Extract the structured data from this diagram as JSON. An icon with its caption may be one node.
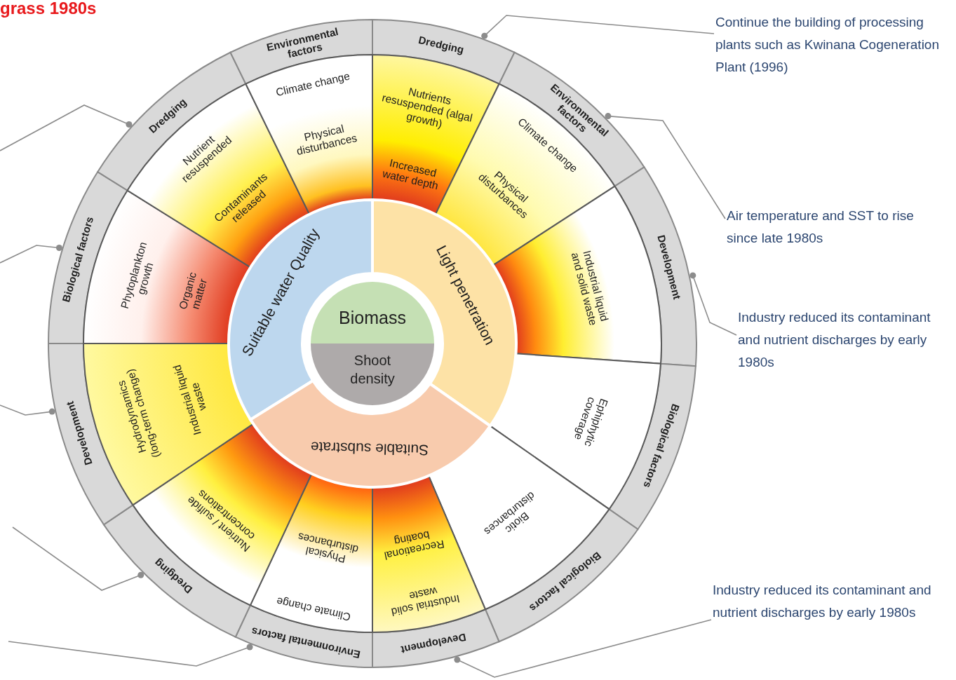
{
  "diagram": {
    "title": "grass 1980s",
    "nodes": [
      {
        "text": [
          "Dredging"
        ]
      },
      {
        "text": [
          "Environmental factors"
        ]
      },
      {
        "text": [
          "Development"
        ]
      },
      {
        "text": [
          "Biological factors"
        ]
      },
      {
        "text": [
          "Biological factors"
        ]
      },
      {
        "text": [
          "Development"
        ]
      },
      {
        "text": [
          "Environmental factors"
        ]
      },
      {
        "text": [
          "Dredging"
        ]
      },
      {
        "text": [
          "Development"
        ]
      },
      {
        "text": [
          "Biological factors"
        ]
      },
      {
        "text": [
          "Dredging"
        ]
      },
      {
        "text": [
          "Environmental factors"
        ]
      },
      {
        "text": [
          "Nutrients resuspended (algal growth)",
          "Increased water depth"
        ]
      },
      {
        "text": [
          "Climate change",
          "Physical disturbances"
        ]
      },
      {
        "text": [
          "Industrial liquid and solid waste"
        ]
      },
      {
        "text": [
          "Ephiphytic coverage"
        ]
      },
      {
        "text": [
          "Biotic disturbances"
        ]
      },
      {
        "text": [
          "Recreational boating",
          "Industrial solid waste"
        ]
      },
      {
        "text": [
          "Physical disturbances",
          "Climate change"
        ]
      },
      {
        "text": [
          "Nutrient / sulfide concentrations"
        ]
      },
      {
        "text": [
          "Hydrodynamics (long-term change)",
          "Industrial liquid waste"
        ]
      },
      {
        "text": [
          "Phytoplankton growth",
          "Organic matter"
        ]
      },
      {
        "text": [
          "Nutrient resuspended",
          "Contaminants released"
        ]
      },
      {
        "text": [
          "Climate change",
          "Physical disturbances"
        ]
      },
      {
        "text": [
          "Suitable water Quality"
        ]
      },
      {
        "text": [
          "Light penetration"
        ]
      },
      {
        "text": [
          "Suitable substrate"
        ]
      },
      {
        "text": [
          "Biomass",
          "Shoot density"
        ]
      },
      {
        "text": [
          "Continue the building of processing plants such as Kwinana Cogeneration Plant (1996)"
        ]
      },
      {
        "text": [
          "Air temperature and SST to rise since late 1980s"
        ]
      },
      {
        "text": [
          "Industry reduced its contaminant and nutrient discharges by early 1980s"
        ]
      },
      {
        "text": [
          "Industry reduced its contaminant and nutrient discharges by early 1980s"
        ]
      }
    ],
    "edges": [
      {
        "from": 28,
        "to": 0,
        "arrow": "other"
      },
      {
        "from": 29,
        "to": 1,
        "arrow": "other"
      },
      {
        "from": 30,
        "to": 2,
        "arrow": "other"
      },
      {
        "from": 31,
        "to": 5,
        "arrow": "other"
      },
      {
        "from": null,
        "to": 10,
        "arrow": "other"
      },
      {
        "from": null,
        "to": 9,
        "arrow": "other"
      },
      {
        "from": null,
        "to": 8,
        "arrow": "other"
      },
      {
        "from": null,
        "to": 7,
        "arrow": "other"
      },
      {
        "from": null,
        "to": 6,
        "arrow": "other"
      }
    ]
  }
}
